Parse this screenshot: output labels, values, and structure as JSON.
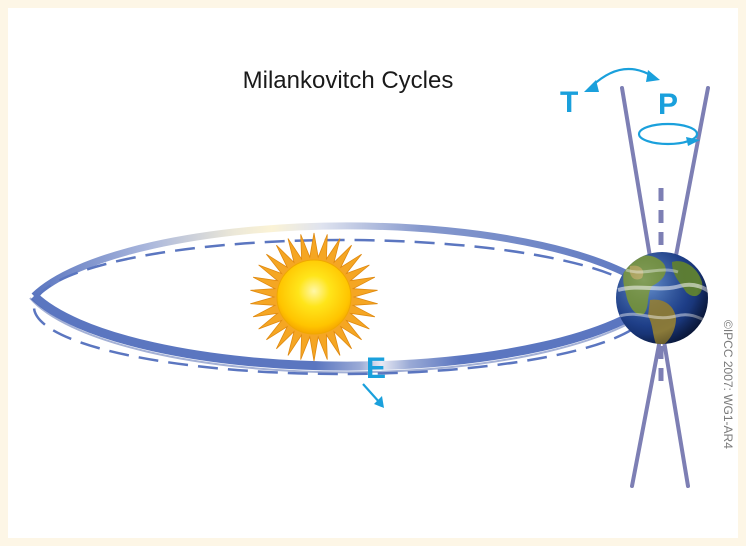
{
  "title": "Milankovitch Cycles",
  "labels": {
    "tilt": "T",
    "precession": "P",
    "eccentricity": "E"
  },
  "credit": "©IPCC  2007: WG1-AR4",
  "icons": {
    "sun": "sun-icon",
    "earth": "earth-icon"
  },
  "colors": {
    "background": "#fdf6e6",
    "orbit": "#5b76c0",
    "axis": "#7d7fb4",
    "label": "#1aa0dc",
    "sun_core": "#ffd400",
    "sun_rays": "#f5a623"
  }
}
